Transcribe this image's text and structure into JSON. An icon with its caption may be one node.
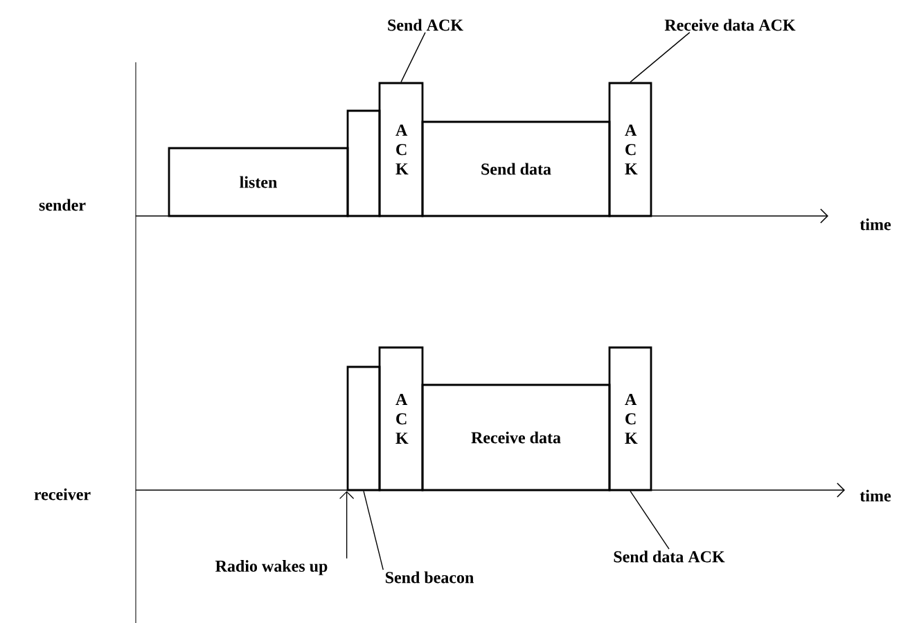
{
  "diagram": {
    "nodes": [
      {
        "text": [
          "listen"
        ]
      },
      {
        "text": [],
        "shape": "box"
      },
      {
        "text": [
          "A C K"
        ]
      },
      {
        "text": [
          "Send data"
        ]
      },
      {
        "text": [
          "A C K"
        ]
      },
      {
        "text": [
          "Send ACK"
        ]
      },
      {
        "text": [
          "Receive data ACK"
        ]
      },
      {
        "text": [],
        "shape": "box"
      },
      {
        "text": [
          "A C K"
        ]
      },
      {
        "text": [
          "Receive data"
        ]
      },
      {
        "text": [
          "A C K"
        ]
      },
      {
        "text": [
          "Radio wakes up"
        ]
      },
      {
        "text": [
          "Send beacon"
        ]
      },
      {
        "text": [
          "Send data ACK"
        ]
      }
    ],
    "edges": [
      {
        "from": 5,
        "to": 2,
        "arrow": "none"
      },
      {
        "from": 6,
        "to": 4,
        "arrow": "none"
      },
      {
        "from": 11,
        "to": 7,
        "arrow": "to"
      },
      {
        "from": 12,
        "to": 7,
        "arrow": "none"
      },
      {
        "from": 13,
        "to": 10,
        "arrow": "none"
      }
    ],
    "labels": [
      "sender",
      "time",
      "receiver",
      "time"
    ]
  }
}
